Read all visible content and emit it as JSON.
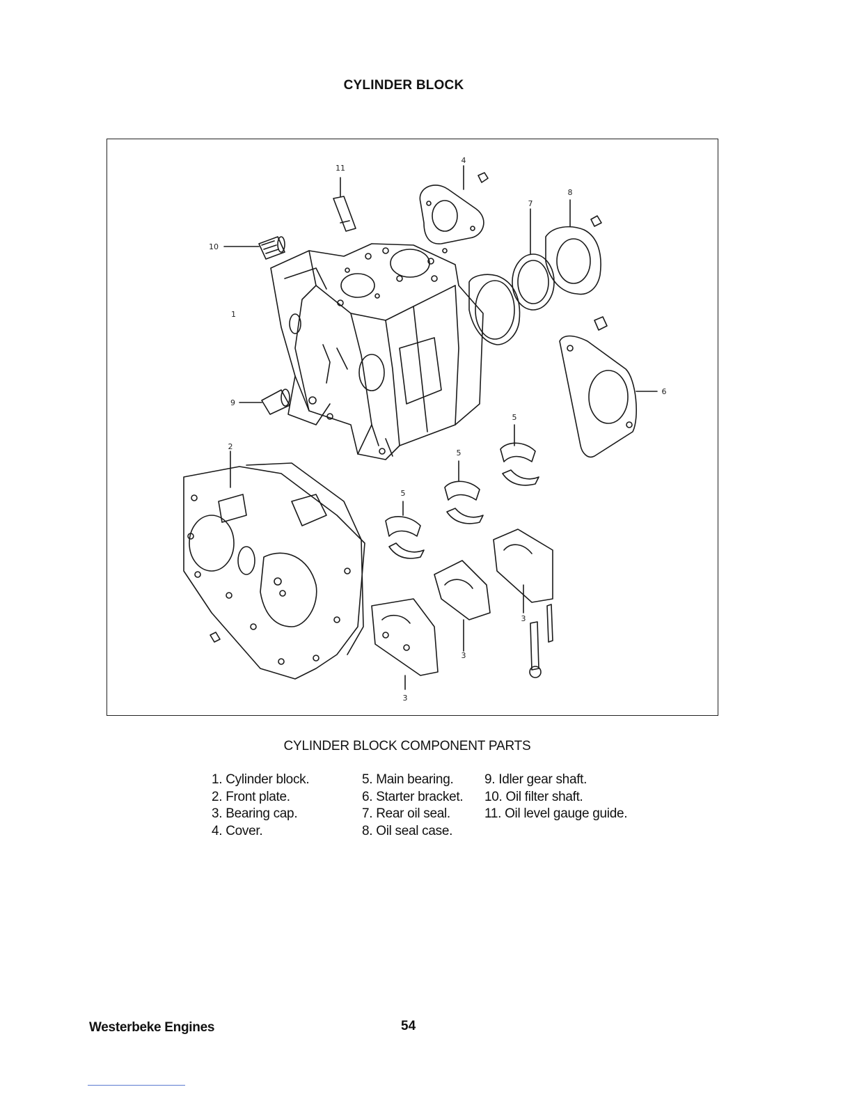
{
  "page": {
    "title": "CYLINDER BLOCK",
    "caption": "CYLINDER BLOCK COMPONENT PARTS",
    "footer_publisher": "Westerbeke Engines",
    "page_number": "54"
  },
  "figure": {
    "callouts": [
      "11",
      "4",
      "7",
      "8",
      "10",
      "1",
      "9",
      "2",
      "5",
      "5",
      "5",
      "6",
      "3",
      "3",
      "3"
    ]
  },
  "parts_list": {
    "column1": [
      "1. Cylinder block.",
      "2. Front plate.",
      "3. Bearing cap.",
      "4. Cover."
    ],
    "column2": [
      "5. Main bearing.",
      "6. Starter bracket.",
      "7. Rear oil seal.",
      "8. Oil seal case."
    ],
    "column3": [
      "9. Idler gear shaft.",
      "10. Oil filter shaft.",
      "11. Oil level gauge guide."
    ]
  }
}
